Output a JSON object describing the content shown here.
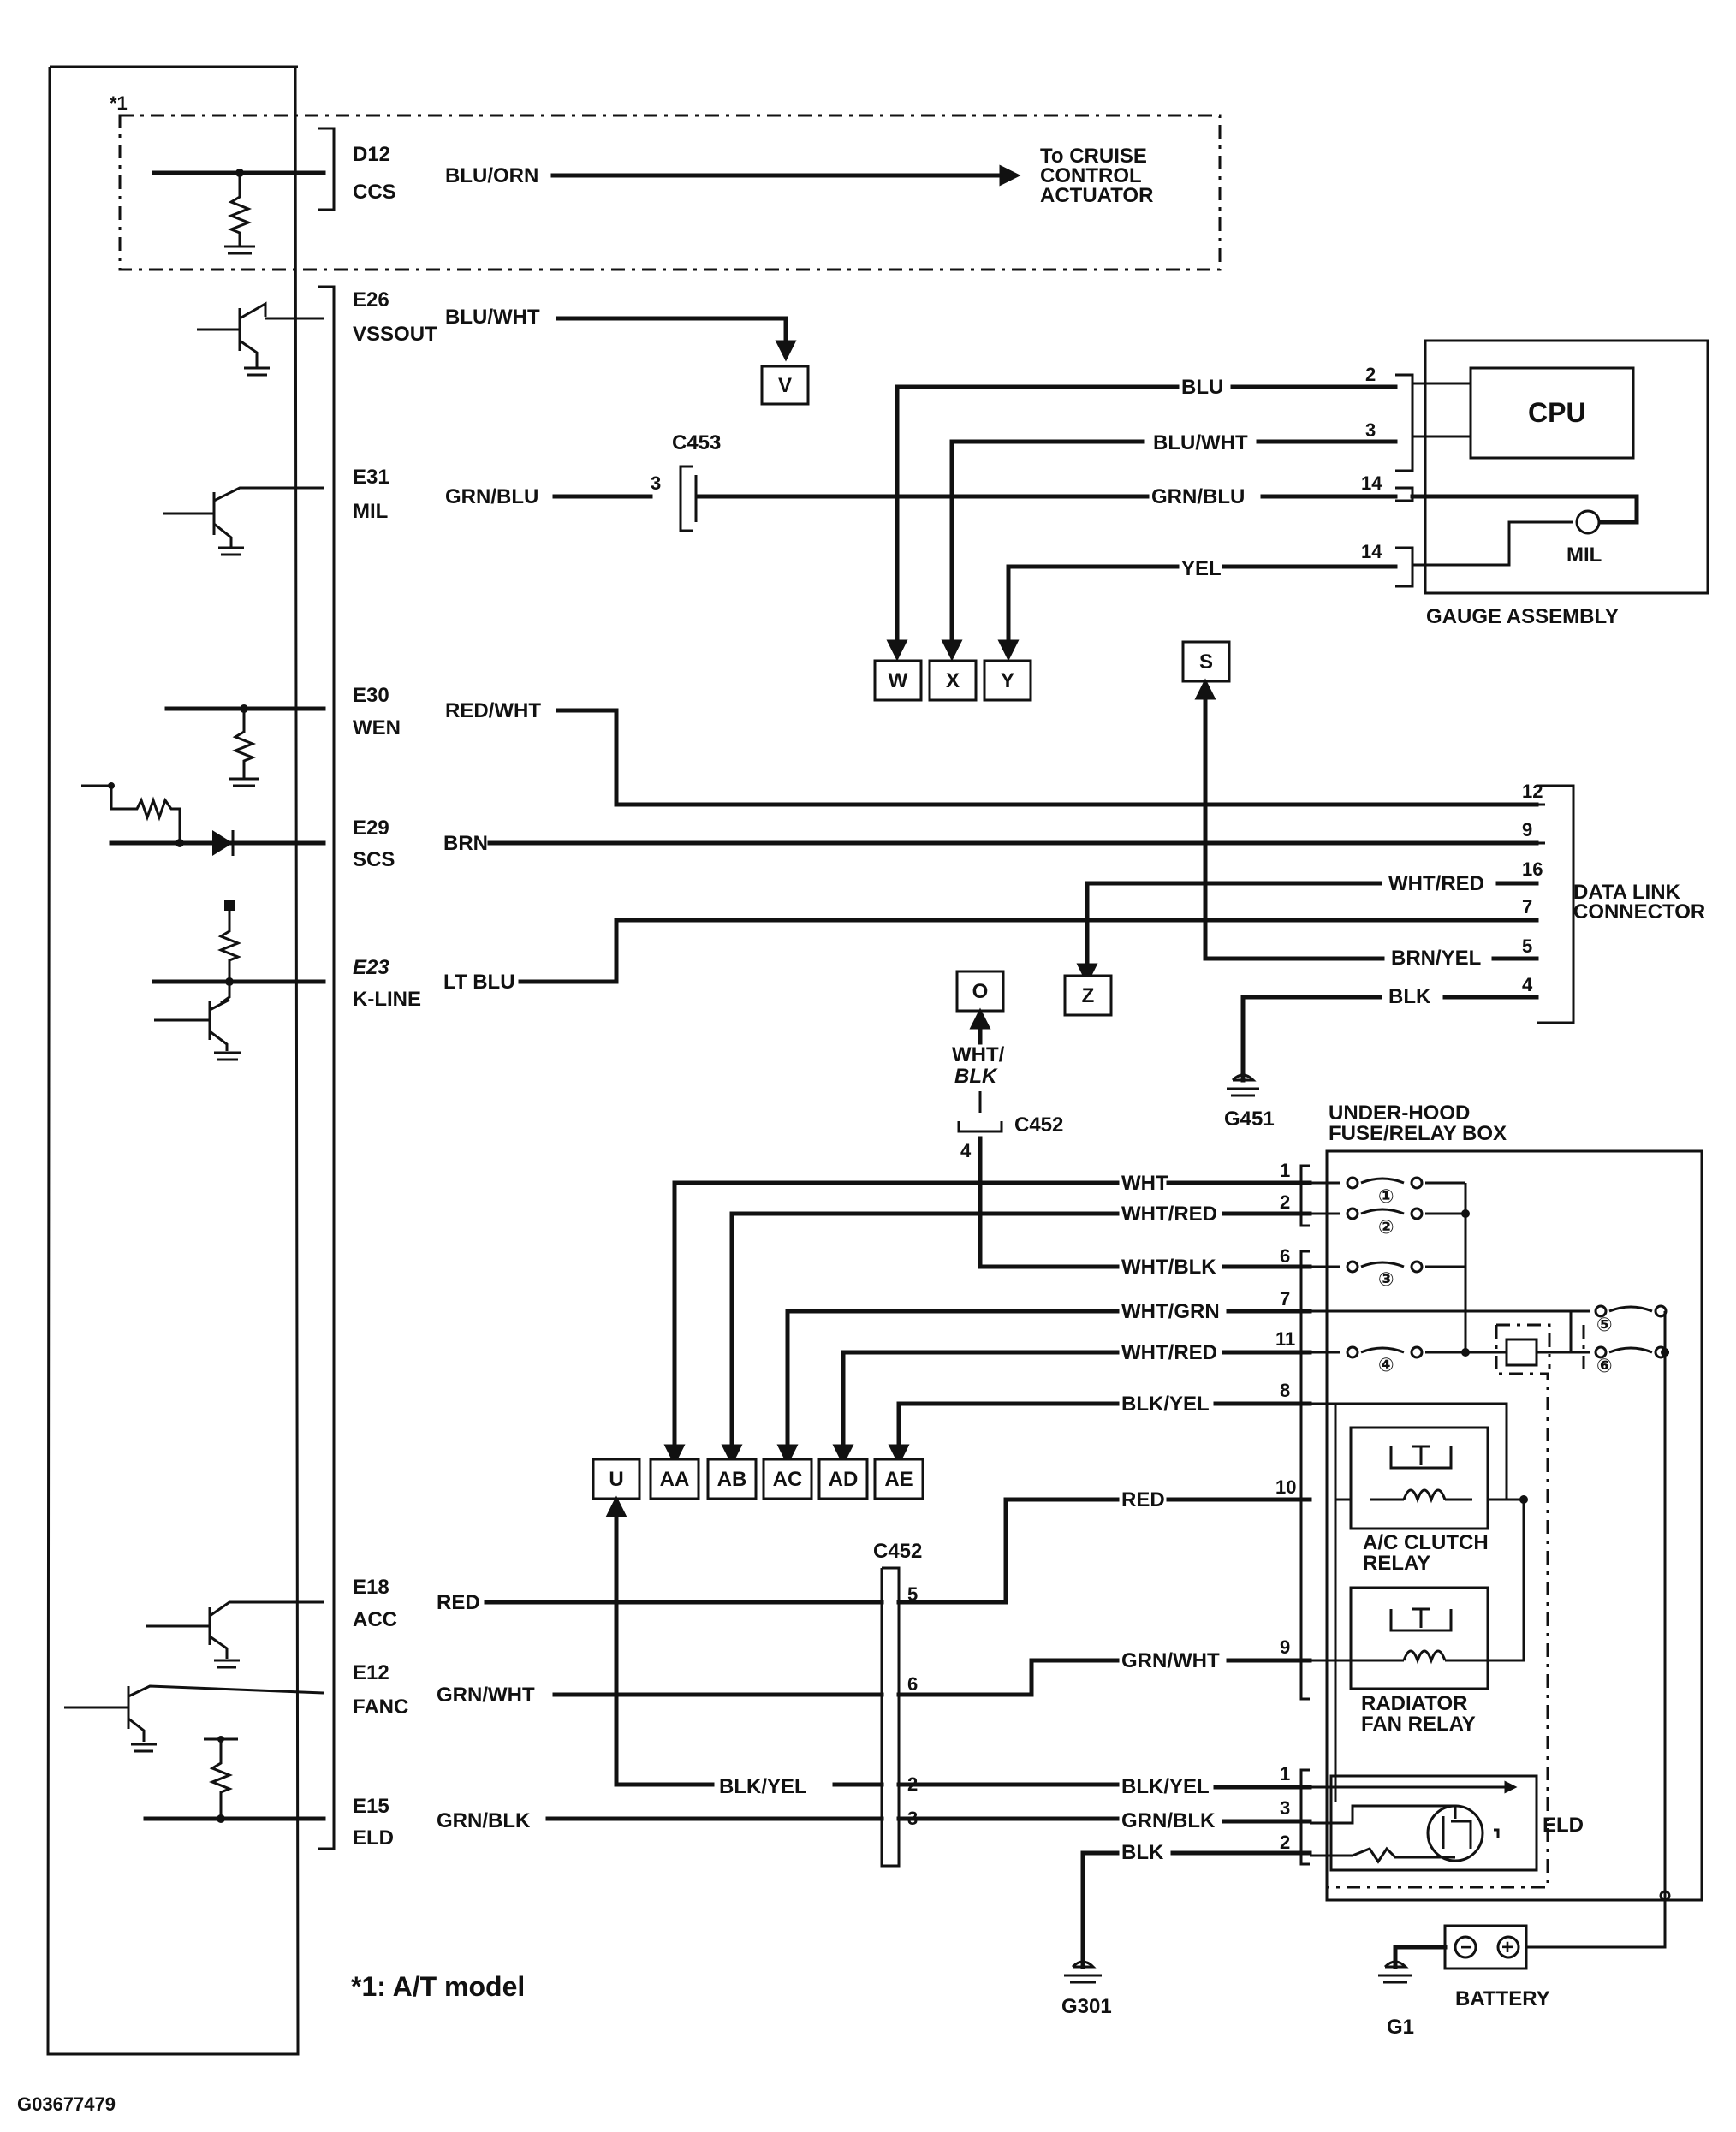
{
  "note_star": "*1",
  "footnote": "*1: A/T model",
  "figure_id": "G03677479",
  "ecm_pins": {
    "ccs": {
      "pin": "D12",
      "name": "CCS"
    },
    "vssout": {
      "pin": "E26",
      "name": "VSSOUT"
    },
    "mil": {
      "pin": "E31",
      "name": "MIL"
    },
    "wen": {
      "pin": "E30",
      "name": "WEN"
    },
    "scs": {
      "pin": "E29",
      "name": "SCS"
    },
    "kline": {
      "pin": "E23",
      "name": "K-LINE"
    },
    "acc": {
      "pin": "E18",
      "name": "ACC"
    },
    "fanc": {
      "pin": "E12",
      "name": "FANC"
    },
    "eld": {
      "pin": "E15",
      "name": "ELD"
    }
  },
  "wires": {
    "blu_orn": "BLU/ORN",
    "blu_wht": "BLU/WHT",
    "grn_blu": "GRN/BLU",
    "blu": "BLU",
    "yel": "YEL",
    "red_wht": "RED/WHT",
    "brn": "BRN",
    "lt_blu": "LT BLU",
    "wht_red": "WHT/RED",
    "brn_yel": "BRN/YEL",
    "blk": "BLK",
    "wht_blk_1": "WHT/",
    "wht_blk_2": "BLK",
    "wht": "WHT",
    "wht_blk": "WHT/BLK",
    "wht_grn": "WHT/GRN",
    "blk_yel": "BLK/YEL",
    "red": "RED",
    "grn_wht": "GRN/WHT",
    "grn_blk": "GRN/BLK"
  },
  "cruise": [
    "To CRUISE",
    "CONTROL",
    "ACTUATOR"
  ],
  "connectors": {
    "c453": "C453",
    "c452": "C452"
  },
  "gauge": {
    "cpu": "CPU",
    "mil": "MIL",
    "title": "GAUGE ASSEMBLY",
    "pins": [
      "2",
      "3",
      "14",
      "14"
    ]
  },
  "dlc": {
    "title": [
      "DATA LINK",
      "CONNECTOR"
    ],
    "pins": [
      "12",
      "9",
      "16",
      "7",
      "5",
      "4"
    ]
  },
  "fusebox": {
    "title": [
      "UNDER-HOOD",
      "FUSE/RELAY BOX"
    ],
    "pins": [
      "1",
      "2",
      "6",
      "7",
      "11",
      "8",
      "10",
      "9"
    ],
    "fuses": [
      "①",
      "②",
      "③",
      "④",
      "⑤",
      "⑥"
    ],
    "ac_relay": [
      "A/C CLUTCH",
      "RELAY"
    ],
    "fan_relay": [
      "RADIATOR",
      "FAN RELAY"
    ],
    "eld": "ELD",
    "eld_pins": [
      "1",
      "3",
      "2"
    ]
  },
  "c453_pin": "3",
  "c452_top_pin": "4",
  "c452_pins": [
    "5",
    "6",
    "2",
    "3"
  ],
  "grounds": {
    "g451": "G451",
    "g301": "G301",
    "g1": "G1"
  },
  "battery": {
    "label": "BATTERY",
    "plus": "+",
    "minus": "−"
  },
  "refs": {
    "v": "V",
    "w": "W",
    "x": "X",
    "y": "Y",
    "s": "S",
    "z": "Z",
    "o": "O",
    "u": "U",
    "aa": "AA",
    "ab": "AB",
    "ac": "AC",
    "ad": "AD",
    "ae": "AE"
  }
}
